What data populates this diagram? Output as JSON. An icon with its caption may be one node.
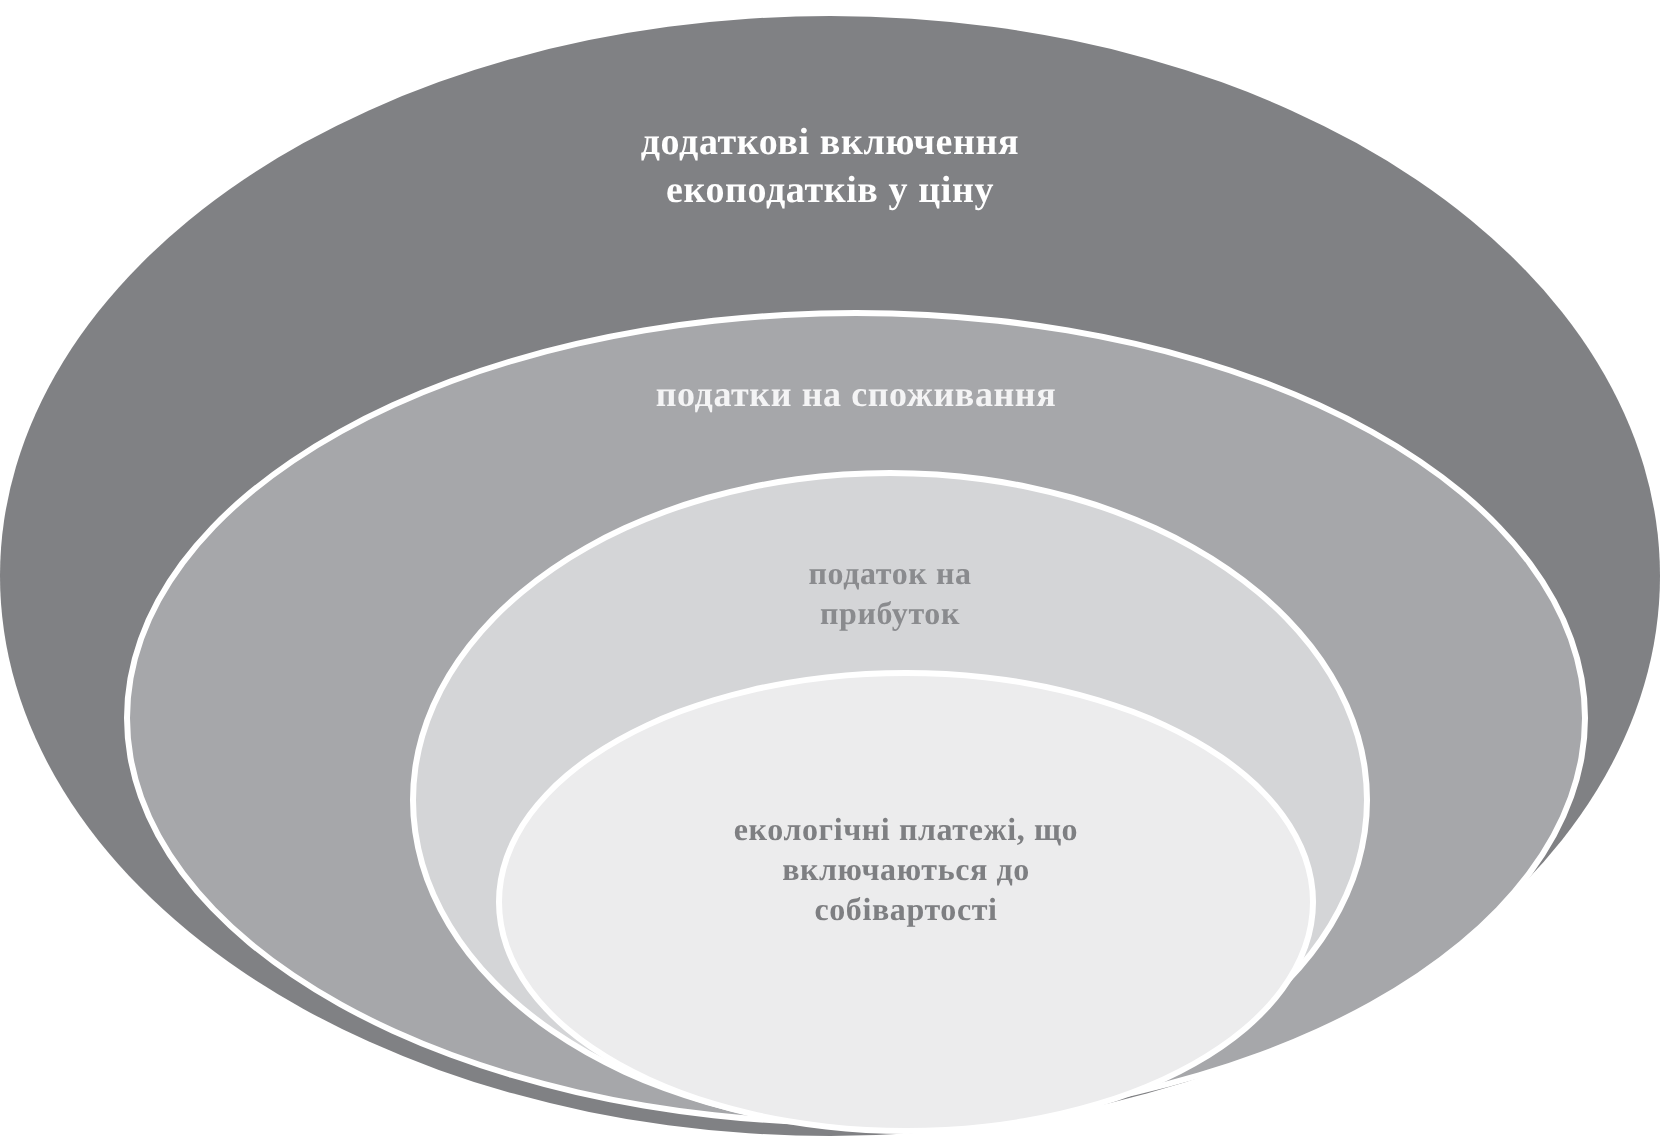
{
  "diagram": {
    "nodes": [
      {
        "text": [
          "додаткові включення екоподатків у ціну"
        ]
      },
      {
        "text": [
          "податки на споживання"
        ],
        "in": 0
      },
      {
        "text": [
          "податок на прибуток"
        ],
        "in": 1
      },
      {
        "text": [
          "екологічні платежі, що включаються до собівартості"
        ],
        "in": 2
      }
    ]
  }
}
